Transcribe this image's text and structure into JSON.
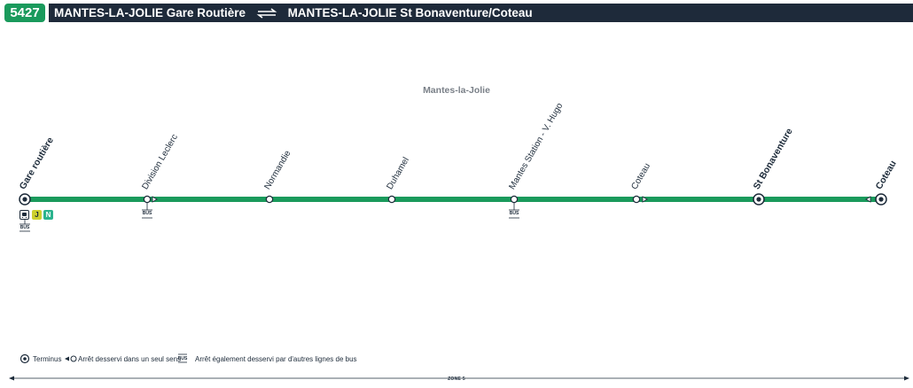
{
  "header": {
    "line_number": "5427",
    "from": "MANTES-LA-JOLIE Gare Routière",
    "to": "MANTES-LA-JOLIE St Bonaventure/Coteau"
  },
  "town": "Mantes-la-Jolie",
  "stops": [
    {
      "name": "Gare routière",
      "type": "terminus"
    },
    {
      "name": "Division Leclerc",
      "type": "one-way"
    },
    {
      "name": "Normandie",
      "type": "regular"
    },
    {
      "name": "Duhamel",
      "type": "regular"
    },
    {
      "name": "Mantes Station - V. Hugo",
      "type": "regular"
    },
    {
      "name": "Coteau",
      "type": "one-way"
    },
    {
      "name": "St Bonaventure",
      "type": "terminus"
    },
    {
      "name": "Coteau",
      "type": "terminus"
    }
  ],
  "connections": {
    "train_icon": "train-icon",
    "rer_j": "J",
    "rer_n": "N",
    "bus": "BUS"
  },
  "legend": {
    "terminus": "Terminus",
    "one_way": "Arrêt desservi dans un seul sens",
    "bus_label": "BUS",
    "other_lines": "Arrêt également desservi par d'autres lignes de bus"
  },
  "zone": "ZONE 5",
  "colors": {
    "line_green": "#1a9a5c",
    "navy": "#1e2a3a",
    "rer_j_yellow": "#cdd02f",
    "rer_n_teal": "#2bb38e"
  }
}
